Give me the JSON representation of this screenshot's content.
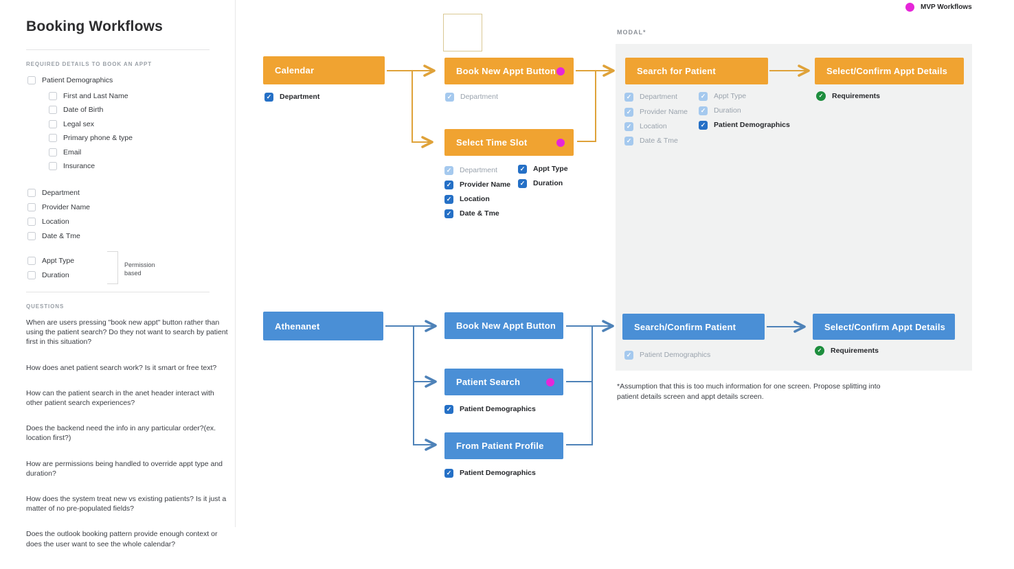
{
  "colors": {
    "node_orange": "#F0A331",
    "node_blue": "#4A8FD6",
    "checkbox_blue": "#2570C6",
    "checkbox_faded": "#A5C9EE",
    "mvp_magenta": "#E626D9",
    "requirement_green": "#1E8E3E",
    "modal_panel_gray": "#F1F2F2",
    "arrow_orange": "#DFA239",
    "arrow_blue": "#4E82B8"
  },
  "legend": {
    "label": "MVP Workflows"
  },
  "sidebar": {
    "title": "Booking Workflows",
    "required_heading": "REQUIRED DETAILS TO BOOK AN APPT",
    "patient_demographics": {
      "label": "Patient Demographics",
      "children": [
        "First and Last Name",
        "Date of Birth",
        "Legal sex",
        "Primary phone & type",
        "Email",
        "Insurance"
      ]
    },
    "appt_fields": [
      "Department",
      "Provider Name",
      "Location",
      "Date & Tme"
    ],
    "permission_fields": [
      "Appt Type",
      "Duration"
    ],
    "permission_note": "Permission based",
    "questions_heading": "QUESTIONS",
    "questions": [
      "When are users pressing \"book new appt\" button rather than using the patient search?  Do they not want to search by patient first in this situation?",
      "How does anet patient search work? Is it smart or free text?",
      "How can the patient search in the anet header interact with other patient search experiences?",
      "Does the backend need the info in any particular order?(ex. location first?)",
      "How are permissions being handled to override appt type and duration?",
      "How does the system treat new vs existing patients? Is it just a matter of no pre-populated fields?",
      "Does the outlook booking pattern provide enough context or does the user want to see the whole calendar?"
    ]
  },
  "calendar_flow": {
    "calendar": {
      "label": "Calendar",
      "checks": [
        {
          "label": "Department",
          "state": "checked"
        }
      ]
    },
    "book_new_appt": {
      "label": "Book New Appt Button",
      "checks": [
        {
          "label": "Department",
          "state": "faded"
        }
      ]
    },
    "select_time_slot": {
      "label": "Select Time Slot",
      "checks_col1": [
        {
          "label": "Department",
          "state": "faded"
        },
        {
          "label": "Provider Name",
          "state": "checked"
        },
        {
          "label": "Location",
          "state": "checked"
        },
        {
          "label": "Date & Tme",
          "state": "checked"
        }
      ],
      "checks_col2": [
        {
          "label": "Appt Type",
          "state": "checked"
        },
        {
          "label": "Duration",
          "state": "checked"
        }
      ]
    }
  },
  "modal": {
    "heading": "MODAL*",
    "search_for_patient": {
      "label": "Search for Patient",
      "checks_col1": [
        {
          "label": "Department",
          "state": "faded"
        },
        {
          "label": "Provider Name",
          "state": "faded"
        },
        {
          "label": "Location",
          "state": "faded"
        },
        {
          "label": "Date & Tme",
          "state": "faded"
        }
      ],
      "checks_col2": [
        {
          "label": "Appt Type",
          "state": "faded"
        },
        {
          "label": "Duration",
          "state": "faded"
        },
        {
          "label": "Patient Demographics",
          "state": "checked"
        }
      ]
    },
    "select_confirm_appt": {
      "label": "Select/Confirm Appt Details",
      "requirement": "Requirements"
    },
    "footnote": "*Assumption that this is too much information for one screen.  Propose splitting into patient details screen and appt details screen."
  },
  "athena_flow": {
    "athenanet": {
      "label": "Athenanet"
    },
    "book_new_appt": {
      "label": "Book New Appt Button"
    },
    "patient_search": {
      "label": "Patient Search",
      "checks": [
        {
          "label": "Patient Demographics",
          "state": "checked"
        }
      ]
    },
    "from_patient_profile": {
      "label": "From Patient Profile",
      "checks": [
        {
          "label": "Patient Demographics",
          "state": "checked"
        }
      ]
    },
    "search_confirm_patient": {
      "label": "Search/Confirm Patient",
      "checks": [
        {
          "label": "Patient Demographics",
          "state": "faded"
        }
      ]
    },
    "select_confirm_appt": {
      "label": "Select/Confirm Appt Details",
      "requirement": "Requirements"
    }
  }
}
